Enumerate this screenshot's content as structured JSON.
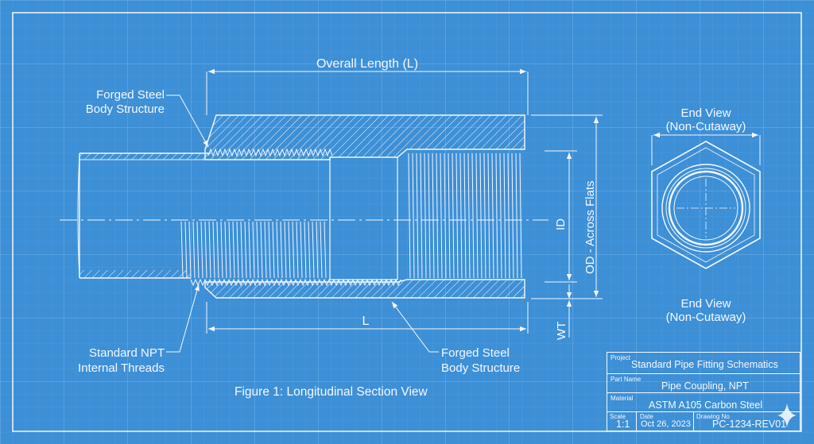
{
  "labels": {
    "overall_length": "Overall Length (L)",
    "forged_top_line1": "Forged Steel",
    "forged_top_line2": "Body Structure",
    "npt_line1": "Standard NPT",
    "npt_line2": "Internal Threads",
    "length_l": "L",
    "forged_bottom_line1": "Forged Steel",
    "forged_bottom_line2": "Body Structure",
    "figure_caption": "Figure 1: Longitudinal Section View",
    "id_dim": "ID",
    "od_dim": "OD - Across Flats",
    "wt_dim": "WT",
    "end_view_top_line1": "End View",
    "end_view_top_line2": "(Non-Cutaway)",
    "end_view_bottom_line1": "End View",
    "end_view_bottom_line2": "(Non-Cutaway)"
  },
  "title_block": {
    "project_label": "Project",
    "project_value": "Standard Pipe Fitting Schematics",
    "part_name_label": "Part Name",
    "part_name_value": "Pipe Coupling, NPT",
    "material_label": "Material",
    "material_value": "ASTM A105 Carbon Steel",
    "scale_label": "Scale",
    "scale_value": "1:1",
    "date_label": "Date",
    "date_value": "Oct 26, 2023",
    "drawing_no_label": "Drawing No",
    "drawing_no_value": "PC-1234-REV01"
  },
  "colors": {
    "background": "#3d8fd6",
    "line": "#f4f9ff",
    "grid": "#6aaee6"
  }
}
